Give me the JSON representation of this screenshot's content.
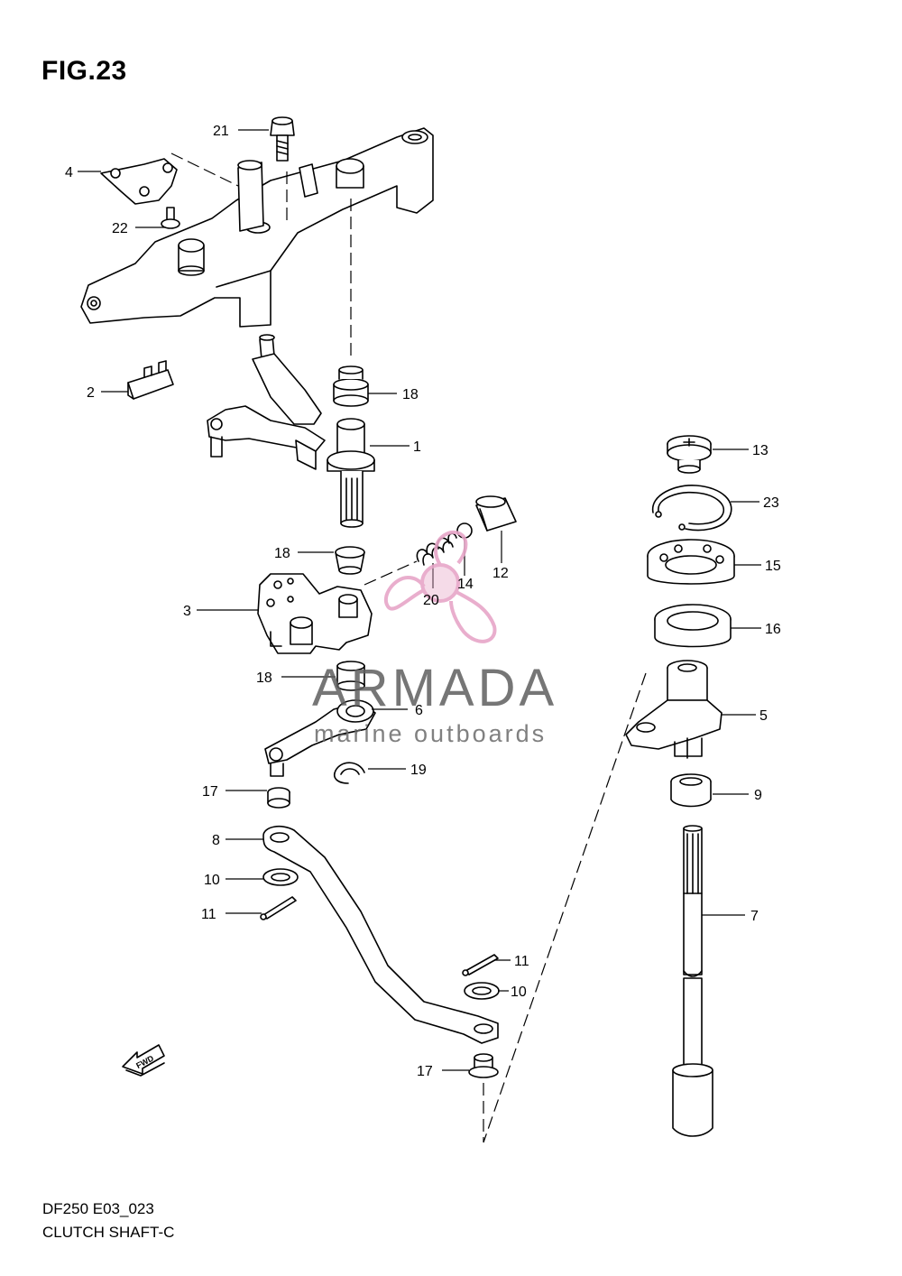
{
  "figure": {
    "title": "FIG.23",
    "model_code": "DF250 E03_023",
    "name": "CLUTCH SHAFT-C"
  },
  "callouts": {
    "c21": "21",
    "c4": "4",
    "c22": "22",
    "c2": "2",
    "c18a": "18",
    "c1": "1",
    "c18b": "18",
    "c3": "3",
    "c20": "20",
    "c14": "14",
    "c12": "12",
    "c18c": "18",
    "c6": "6",
    "c19": "19",
    "c17a": "17",
    "c8": "8",
    "c10a": "10",
    "c11a": "11",
    "c11b": "11",
    "c10b": "10",
    "c17b": "17",
    "c13": "13",
    "c23": "23",
    "c15": "15",
    "c16": "16",
    "c5": "5",
    "c9": "9",
    "c7": "7"
  },
  "fwd_arrow_text": "FWD",
  "watermark": {
    "brand": "ARMADA",
    "tagline": "marine outboards",
    "logo_icon": "propeller-icon",
    "color": "#e7a6c8"
  }
}
